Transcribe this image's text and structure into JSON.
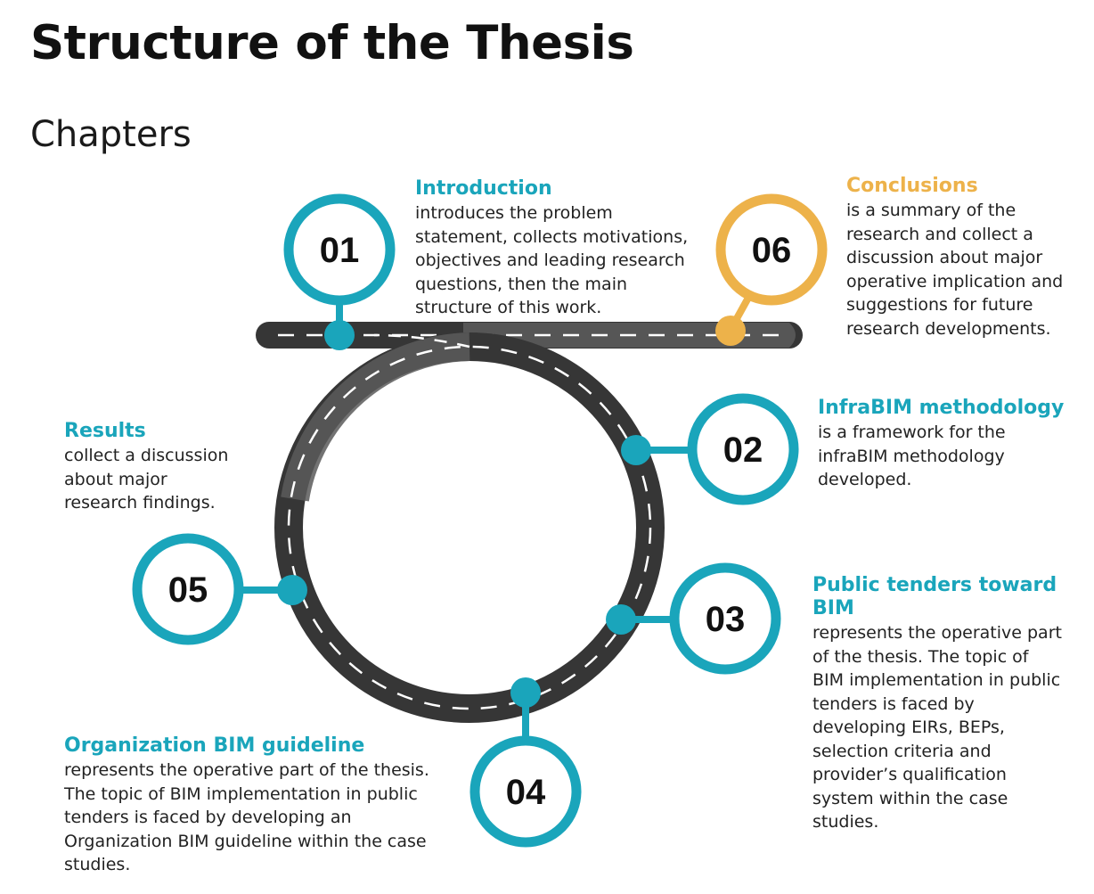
{
  "title": "Structure of the Thesis",
  "subtitle": "Chapters",
  "colors": {
    "teal": "#1AA5BB",
    "gold": "#EDB24A",
    "road": "#363636",
    "road_light": "#5A5A5A",
    "dash": "#FFFFFF"
  },
  "chapters": [
    {
      "number": "01",
      "heading": "Introduction",
      "color": "#1AA5BB",
      "lines": [
        "introduces the problem",
        "statement, collects motivations,",
        "objectives and leading research",
        "questions, then the main",
        "structure of this work."
      ]
    },
    {
      "number": "02",
      "heading": "InfraBIM methodology",
      "color": "#1AA5BB",
      "lines": [
        "is a framework for the",
        "infraBIM methodology",
        "developed."
      ]
    },
    {
      "number": "03",
      "heading": "Public tenders toward BIM",
      "color": "#1AA5BB",
      "heading_lines": [
        "Public tenders toward",
        "BIM"
      ],
      "lines": [
        "represents the operative part",
        "of the thesis. The topic of",
        "BIM implementation in public",
        "tenders is faced by",
        "developing EIRs, BEPs,",
        "selection criteria and",
        "provider’s qualification",
        "system within the case",
        "studies."
      ]
    },
    {
      "number": "04",
      "heading": "Organization BIM guideline",
      "color": "#1AA5BB",
      "lines": [
        "represents the operative part of the thesis.",
        "The topic of BIM implementation in public",
        "tenders is faced by developing an",
        "Organization BIM guideline within the case",
        "studies."
      ]
    },
    {
      "number": "05",
      "heading": "Results",
      "color": "#1AA5BB",
      "lines": [
        "collect a discussion",
        "about major",
        "research findings."
      ]
    },
    {
      "number": "06",
      "heading": "Conclusions",
      "color": "#EDB24A",
      "lines": [
        "is a summary of the",
        "research and collect a",
        "discussion about major",
        "operative implication and",
        "suggestions for future",
        "research developments."
      ]
    }
  ]
}
